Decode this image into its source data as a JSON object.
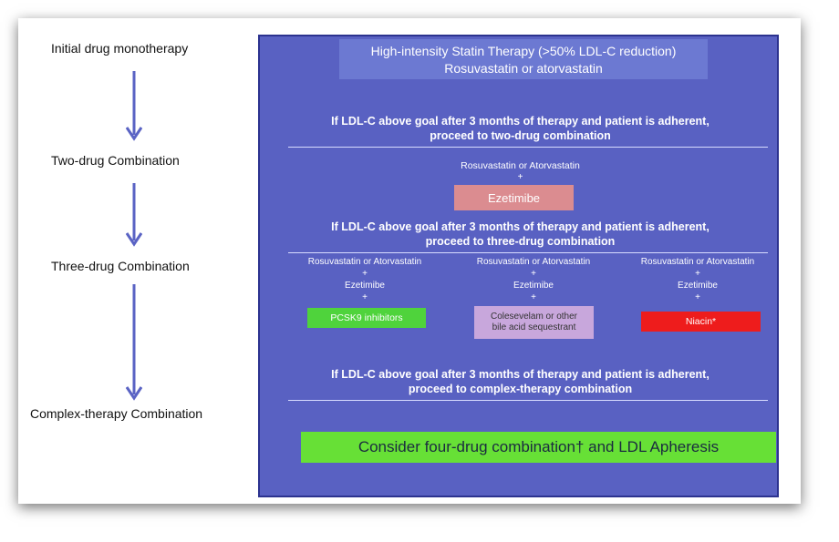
{
  "steps": [
    {
      "label": "Initial drug monotherapy"
    },
    {
      "label": "Two-drug Combination"
    },
    {
      "label": "Three-drug Combination"
    },
    {
      "label": "Complex-therapy Combination"
    }
  ],
  "panel": {
    "title_line1": "High-intensity Statin Therapy (>50% LDL-C reduction)",
    "title_line2": "Rosuvastatin or atorvastatin",
    "condition1_line1": "If LDL-C above goal after 3 months of therapy and patient is adherent,",
    "condition1_line2": "proceed to two-drug combination",
    "two_drug_statin": "Rosuvastatin or Atorvastatin",
    "plus": "+",
    "ezetimibe_box": "Ezetimibe",
    "condition2_line1": "If LDL-C above goal after 3 months of therapy and patient is adherent,",
    "condition2_line2": "proceed to three-drug combination",
    "three_drug_options": [
      {
        "statin": "Rosuvastatin or Atorvastatin",
        "ezetimibe": "Ezetimibe",
        "addon_line1": "PCSK9 inhibitors",
        "addon_line2": "",
        "color": "#4fd33c",
        "text_color": "#ffffff"
      },
      {
        "statin": "Rosuvastatin or Atorvastatin",
        "ezetimibe": "Ezetimibe",
        "addon_line1": "Colesevelam or other",
        "addon_line2": "bile acid sequestrant",
        "color": "#c8a7dc",
        "text_color": "#333333"
      },
      {
        "statin": "Rosuvastatin or Atorvastatin",
        "ezetimibe": "Ezetimibe",
        "addon_line1": "Niacin*",
        "addon_line2": "",
        "color": "#ee1c1c",
        "text_color": "#ffffff"
      }
    ],
    "condition3_line1": "If LDL-C above goal after 3 months of therapy and patient is adherent,",
    "condition3_line2": "proceed to complex-therapy combination",
    "final_box": "Consider four-drug combination† and LDL Apheresis"
  },
  "colors": {
    "panel_bg": "#5961c2",
    "arrow": "#5a63c4",
    "ezetimibe_box": "#db8c90",
    "final_box": "#67e036"
  }
}
